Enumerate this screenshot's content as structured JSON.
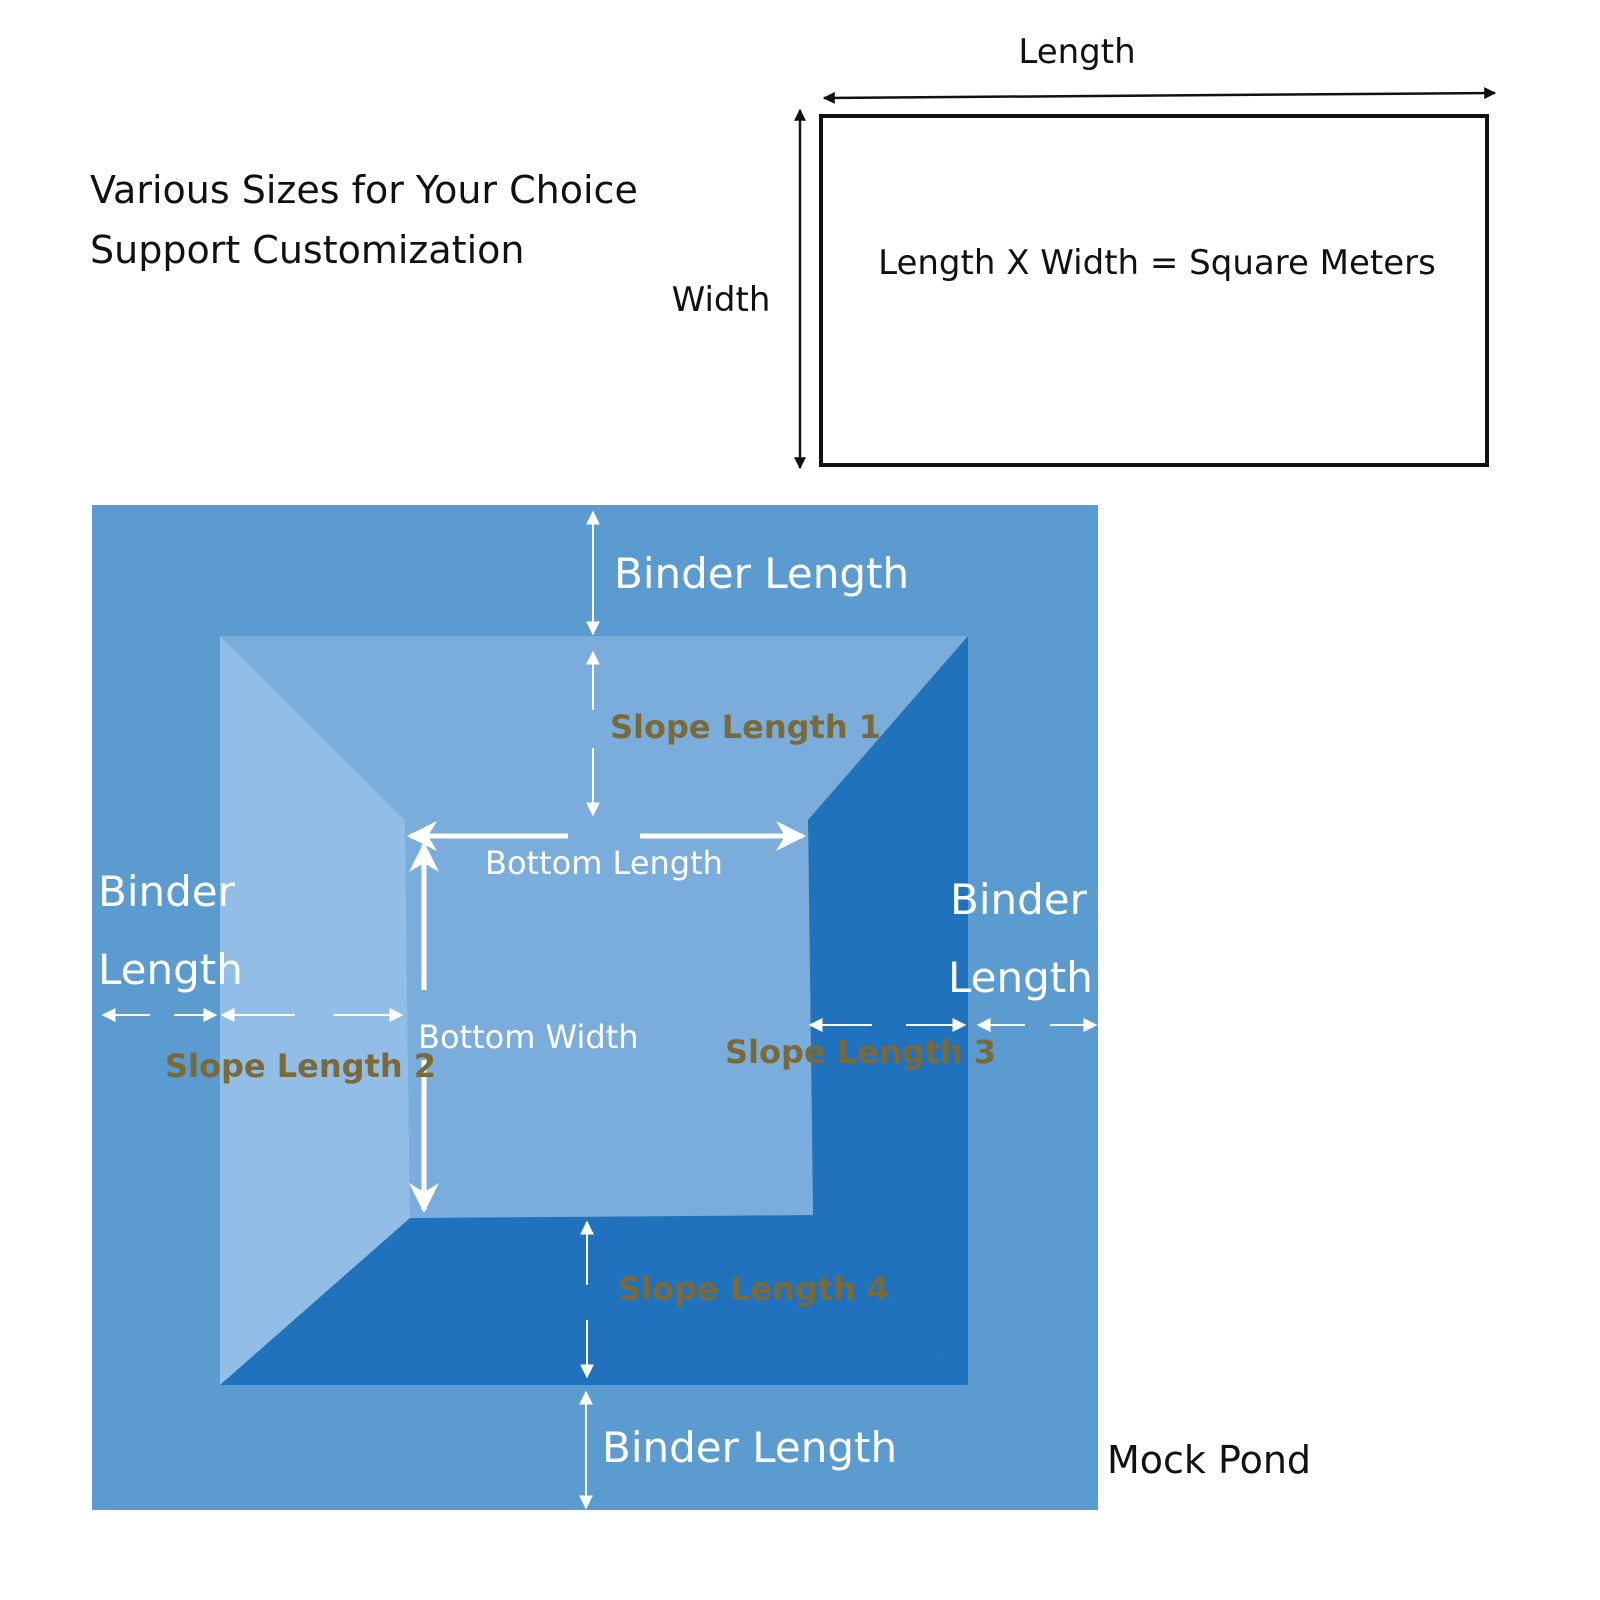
{
  "intro": {
    "line1": "Various Sizes for Your Choice",
    "line2": "Support Customization"
  },
  "rect_diagram": {
    "length_label": "Length",
    "width_label": "Width",
    "formula": "Length X Width = Square Meters"
  },
  "pond_diagram": {
    "binder_top": "Binder Length",
    "binder_left_1": "Binder",
    "binder_left_2": "Length",
    "binder_right_1": "Binder",
    "binder_right_2": "Length",
    "binder_bottom": "Binder Length",
    "slope_1": "Slope Length 1",
    "slope_2": "Slope Length 2",
    "slope_3": "Slope Length 3",
    "slope_4": "Slope Length 4",
    "bottom_length": "Bottom Length",
    "bottom_width": "Bottom Width",
    "caption": "Mock Pond"
  },
  "colors": {
    "binder": "#5b9bd0",
    "slope_top": "#7aaddb",
    "slope_left": "#92bde6",
    "slope_right": "#2172bd",
    "slope_bottom": "#2172bd",
    "bottom": "#7aaddb",
    "slope_text": "#7a6a3a",
    "white_text": "#ffffff"
  }
}
